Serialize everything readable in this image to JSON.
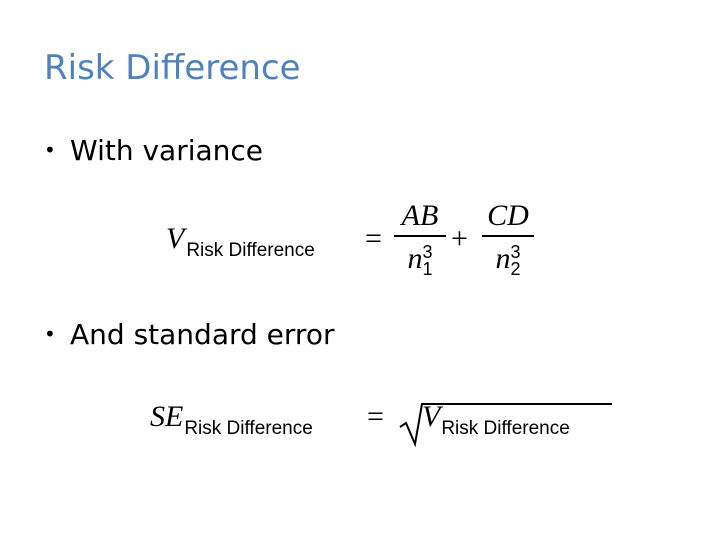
{
  "slide": {
    "title": "Risk Difference",
    "title_color": "#4f81bd",
    "bullets": [
      {
        "marker": "•",
        "text": "With variance"
      },
      {
        "marker": "•",
        "text": "And standard error"
      }
    ]
  },
  "equations": {
    "variance": {
      "lhs_symbol": "V",
      "lhs_subscript": "Risk Difference",
      "equals": "=",
      "term1_numerator": "AB",
      "term1_denominator": "n",
      "term1_sup": "3",
      "term1_sub": "1",
      "plus": "+",
      "term2_numerator": "CD",
      "term2_denominator": "n",
      "term2_sup": "3",
      "term2_sub": "2"
    },
    "standard_error": {
      "lhs_symbol": "SE",
      "lhs_subscript": "Risk Difference",
      "equals": "=",
      "radicand_symbol": "V",
      "radicand_subscript": "Risk Difference"
    }
  }
}
